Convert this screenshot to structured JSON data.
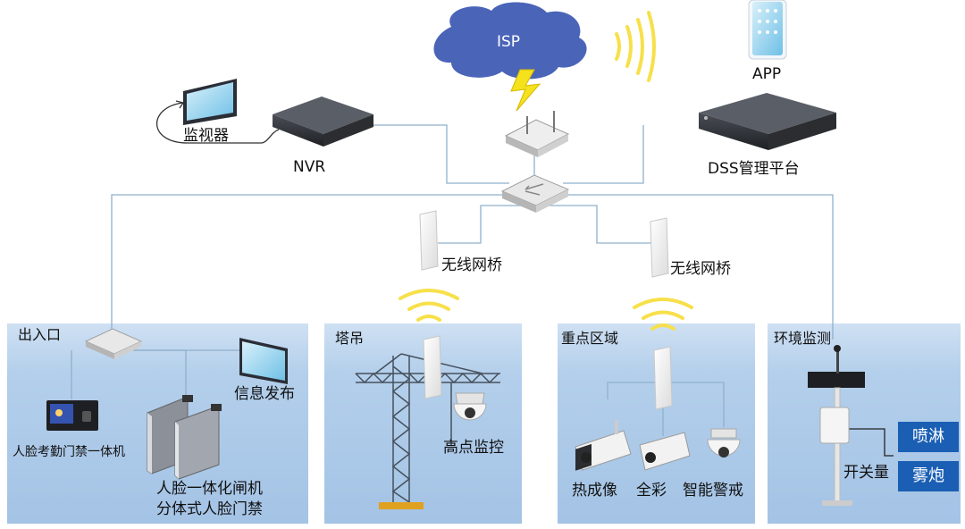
{
  "nodes": {
    "isp": "ISP",
    "app": "APP",
    "monitor": "监视器",
    "nvr": "NVR",
    "dss": "DSS管理平台",
    "bridge_left": "无线网桥",
    "bridge_right": "无线网桥"
  },
  "zones": {
    "entrance": {
      "title": "出入口",
      "face_terminal": "人脸考勤门禁一体机",
      "info_release": "信息发布",
      "gate_line1": "人脸一体化闸机",
      "gate_line2": "分体式人脸门禁"
    },
    "tower": {
      "title": "塔吊",
      "camera": "高点监控"
    },
    "key_area": {
      "title": "重点区域",
      "thermal": "热成像",
      "full_color": "全彩",
      "smart_alert": "智能警戒"
    },
    "environment": {
      "title": "环境监测",
      "switch": "开关量",
      "spray": "喷淋",
      "fog": "雾炮"
    }
  },
  "colors": {
    "zone_fill": "#a9c8e8",
    "zone_fill_light": "#cddff2",
    "line": "#8fb0cc",
    "wifi": "#f7e04a",
    "cloud": "#4a64b8",
    "button": "#1a5fb4"
  }
}
